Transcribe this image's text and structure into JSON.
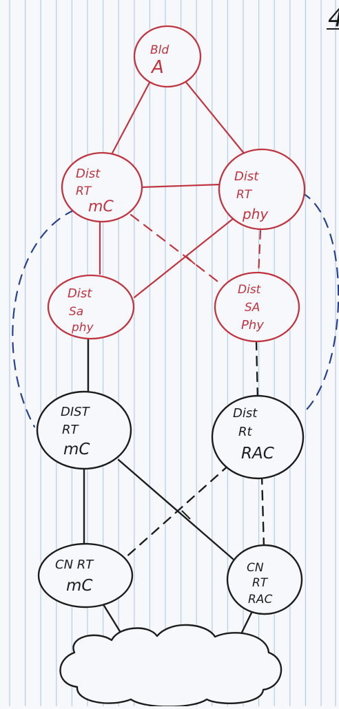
{
  "colors": {
    "paper": "#f7f8fb",
    "rule_line": "#b9cfe7",
    "margin_line": "#c9d2e8",
    "red_ink": "#c0343f",
    "black_ink": "#1c1c1c",
    "blue_ink": "#27408f"
  },
  "corner_mark": "4",
  "nodes": [
    {
      "id": "bld-a",
      "lines": [
        "Bld",
        "A"
      ],
      "ink": "red"
    },
    {
      "id": "dist-rt-mc-top",
      "lines": [
        "Dist",
        "RT",
        "mC"
      ],
      "ink": "red"
    },
    {
      "id": "dist-rt-phy",
      "lines": [
        "Dist",
        "RT",
        "phy"
      ],
      "ink": "red"
    },
    {
      "id": "dist-sa-phy-left",
      "lines": [
        "Dist",
        "Sa",
        "phy"
      ],
      "ink": "red"
    },
    {
      "id": "dist-sa-phy-right",
      "lines": [
        "Dist",
        "SA",
        "Phy"
      ],
      "ink": "red"
    },
    {
      "id": "dist-rt-mc-bottom",
      "lines": [
        "DIST",
        "RT",
        "mC"
      ],
      "ink": "black"
    },
    {
      "id": "dist-rt-rac",
      "lines": [
        "Dist",
        "Rt",
        "RAC"
      ],
      "ink": "black"
    },
    {
      "id": "cn-rt-mc",
      "lines": [
        "CN RT",
        "mC"
      ],
      "ink": "black"
    },
    {
      "id": "cn-rt-rac",
      "lines": [
        "CN",
        "RT",
        "RAC"
      ],
      "ink": "black"
    }
  ],
  "links": [
    {
      "from": "bld-a",
      "to": "dist-rt-mc-top",
      "ink": "red",
      "style": "solid"
    },
    {
      "from": "bld-a",
      "to": "dist-rt-phy",
      "ink": "red",
      "style": "solid"
    },
    {
      "from": "dist-rt-mc-top",
      "to": "dist-rt-phy",
      "ink": "red",
      "style": "solid"
    },
    {
      "from": "dist-rt-mc-top",
      "to": "dist-sa-phy-left",
      "ink": "red",
      "style": "solid"
    },
    {
      "from": "dist-rt-phy",
      "to": "dist-sa-phy-left",
      "ink": "red",
      "style": "solid"
    },
    {
      "from": "dist-rt-mc-top",
      "to": "dist-sa-phy-right",
      "ink": "red",
      "style": "dashed"
    },
    {
      "from": "dist-rt-phy",
      "to": "dist-sa-phy-right",
      "ink": "red",
      "style": "dashed"
    },
    {
      "from": "dist-sa-phy-left",
      "to": "dist-rt-mc-bottom",
      "ink": "black",
      "style": "solid"
    },
    {
      "from": "dist-sa-phy-right",
      "to": "dist-rt-rac",
      "ink": "black",
      "style": "dashed"
    },
    {
      "from": "dist-rt-mc-bottom",
      "to": "cn-rt-mc",
      "ink": "black",
      "style": "solid"
    },
    {
      "from": "dist-rt-mc-bottom",
      "to": "cn-rt-rac",
      "ink": "black",
      "style": "solid"
    },
    {
      "from": "dist-rt-rac",
      "to": "cn-rt-mc",
      "ink": "black",
      "style": "dashed"
    },
    {
      "from": "dist-rt-rac",
      "to": "cn-rt-rac",
      "ink": "black",
      "style": "dashed"
    },
    {
      "from": "cn-rt-mc",
      "to": "cloud",
      "ink": "black",
      "style": "solid"
    },
    {
      "from": "cn-rt-rac",
      "to": "cloud",
      "ink": "black",
      "style": "solid"
    },
    {
      "from": "dist-rt-mc-top",
      "to": "dist-rt-mc-bottom",
      "ink": "blue",
      "style": "dashed"
    },
    {
      "from": "dist-rt-phy",
      "to": "dist-rt-rac",
      "ink": "blue",
      "style": "dashed"
    }
  ]
}
